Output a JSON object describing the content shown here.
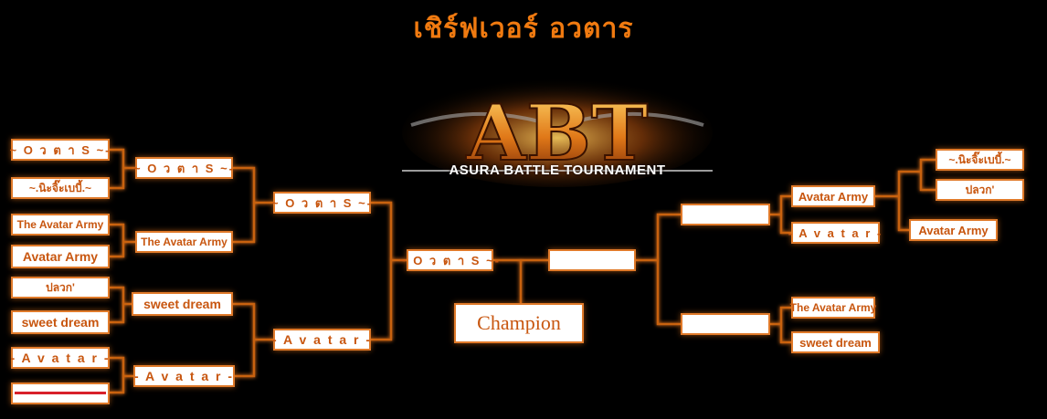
{
  "title": "เชิร์ฟเวอร์ อวตาร",
  "logo": {
    "caption": "ASURA BATTLE TOURNAMENT",
    "letters": "ABT"
  },
  "left": {
    "round1": [
      "~ O ว ต า S ~-",
      "~.นิะจิ๊ะเบบี้.~",
      "The Avatar Army",
      "Avatar Army",
      "ปลวก'",
      "sweet dream",
      "- A v a t a r -",
      ""
    ],
    "round2": [
      "~ O ว ต า S ~-",
      "The Avatar Army",
      "sweet dream",
      "- A v a t a r -"
    ],
    "round3": [
      "~ O ว ต า S ~-",
      "- A v a t a r -"
    ],
    "final": "~ O ว ต า S ~-"
  },
  "right": {
    "final": "",
    "semis": [
      "",
      ""
    ],
    "top": [
      "Avatar Army",
      "- A v a t a r -"
    ],
    "bottom": [
      "The Avatar Army",
      "sweet dream"
    ],
    "pair": [
      "~.นิะจิ๊ะเบบี้.~",
      "ปลวก'"
    ],
    "pair_winner": "Avatar Army"
  },
  "champion_label": "Champion",
  "colors": {
    "accent": "#f07a10",
    "border": "#e07a2a",
    "line": "#c8620f",
    "text": "#c8560f"
  }
}
